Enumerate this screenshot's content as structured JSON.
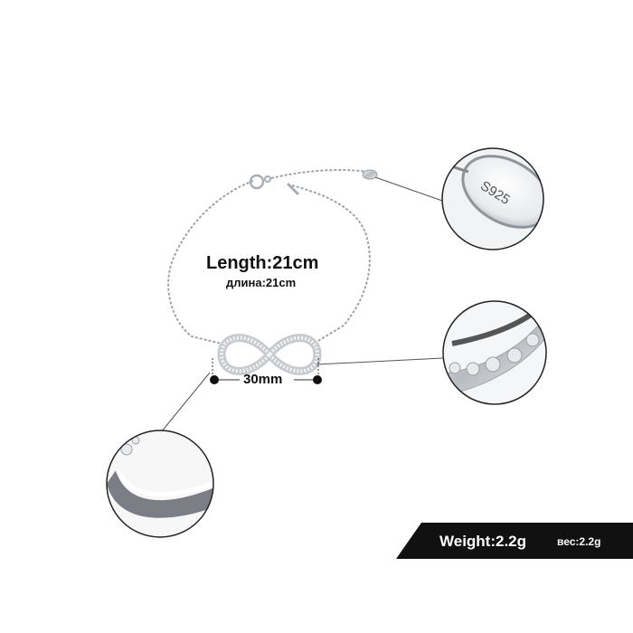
{
  "product": {
    "length_label": "Length:21cm",
    "length_label_ru": "длина:21cm",
    "dimension_label": "30mm",
    "weight_label": "Weight:2.2g",
    "weight_label_ru": "вес:2.2g",
    "stamp_text": "S925"
  },
  "colors": {
    "banner": "#111111",
    "metal": "#c8cbd0",
    "callout_line": "#444444"
  }
}
